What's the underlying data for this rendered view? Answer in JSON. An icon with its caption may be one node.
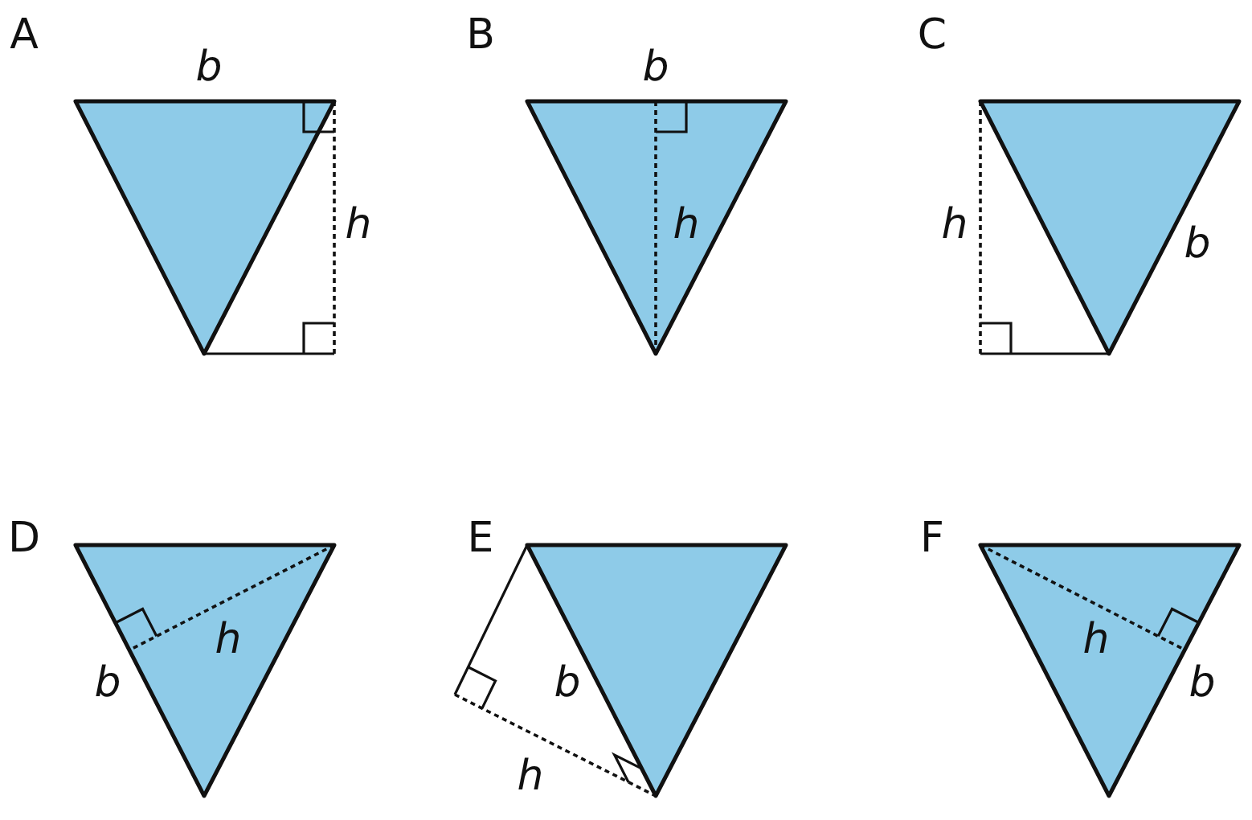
{
  "diagram": {
    "labels": [
      "A",
      "b",
      "h",
      "B",
      "b",
      "h",
      "C",
      "h",
      "b",
      "D",
      "b",
      "h",
      "E",
      "b",
      "h",
      "F",
      "h",
      "b"
    ]
  }
}
